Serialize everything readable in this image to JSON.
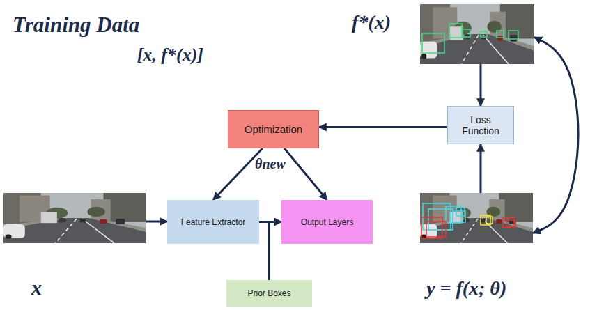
{
  "diagram": {
    "nodes": [
      {
        "text": [
          "f*(x)"
        ]
      },
      {
        "text": [
          "Loss Function"
        ]
      },
      {
        "text": [
          "Optimization"
        ]
      },
      {
        "text": [
          "x"
        ]
      },
      {
        "text": [
          "Feature Extractor"
        ]
      },
      {
        "text": [
          "Output Layers"
        ]
      },
      {
        "text": [
          "y = f(x; θ)"
        ]
      },
      {
        "text": [
          "Prior Boxes"
        ]
      }
    ],
    "edges": [
      {
        "from": 0,
        "to": 1,
        "arrow": "to"
      },
      {
        "from": 6,
        "to": 1,
        "arrow": "to"
      },
      {
        "from": 1,
        "to": 2,
        "arrow": "to"
      },
      {
        "from": 2,
        "to": 4,
        "arrow": "to"
      },
      {
        "from": 2,
        "to": 5,
        "arrow": "to"
      },
      {
        "from": 3,
        "to": 4,
        "arrow": "to"
      },
      {
        "from": 4,
        "to": 5,
        "arrow": "to"
      },
      {
        "from": 7,
        "to": 5,
        "arrow": "to"
      },
      {
        "from": 6,
        "to": 0,
        "arrow": "both"
      }
    ],
    "labels": [
      "Training Data",
      "[x, f*(x)]",
      "θnew"
    ]
  }
}
